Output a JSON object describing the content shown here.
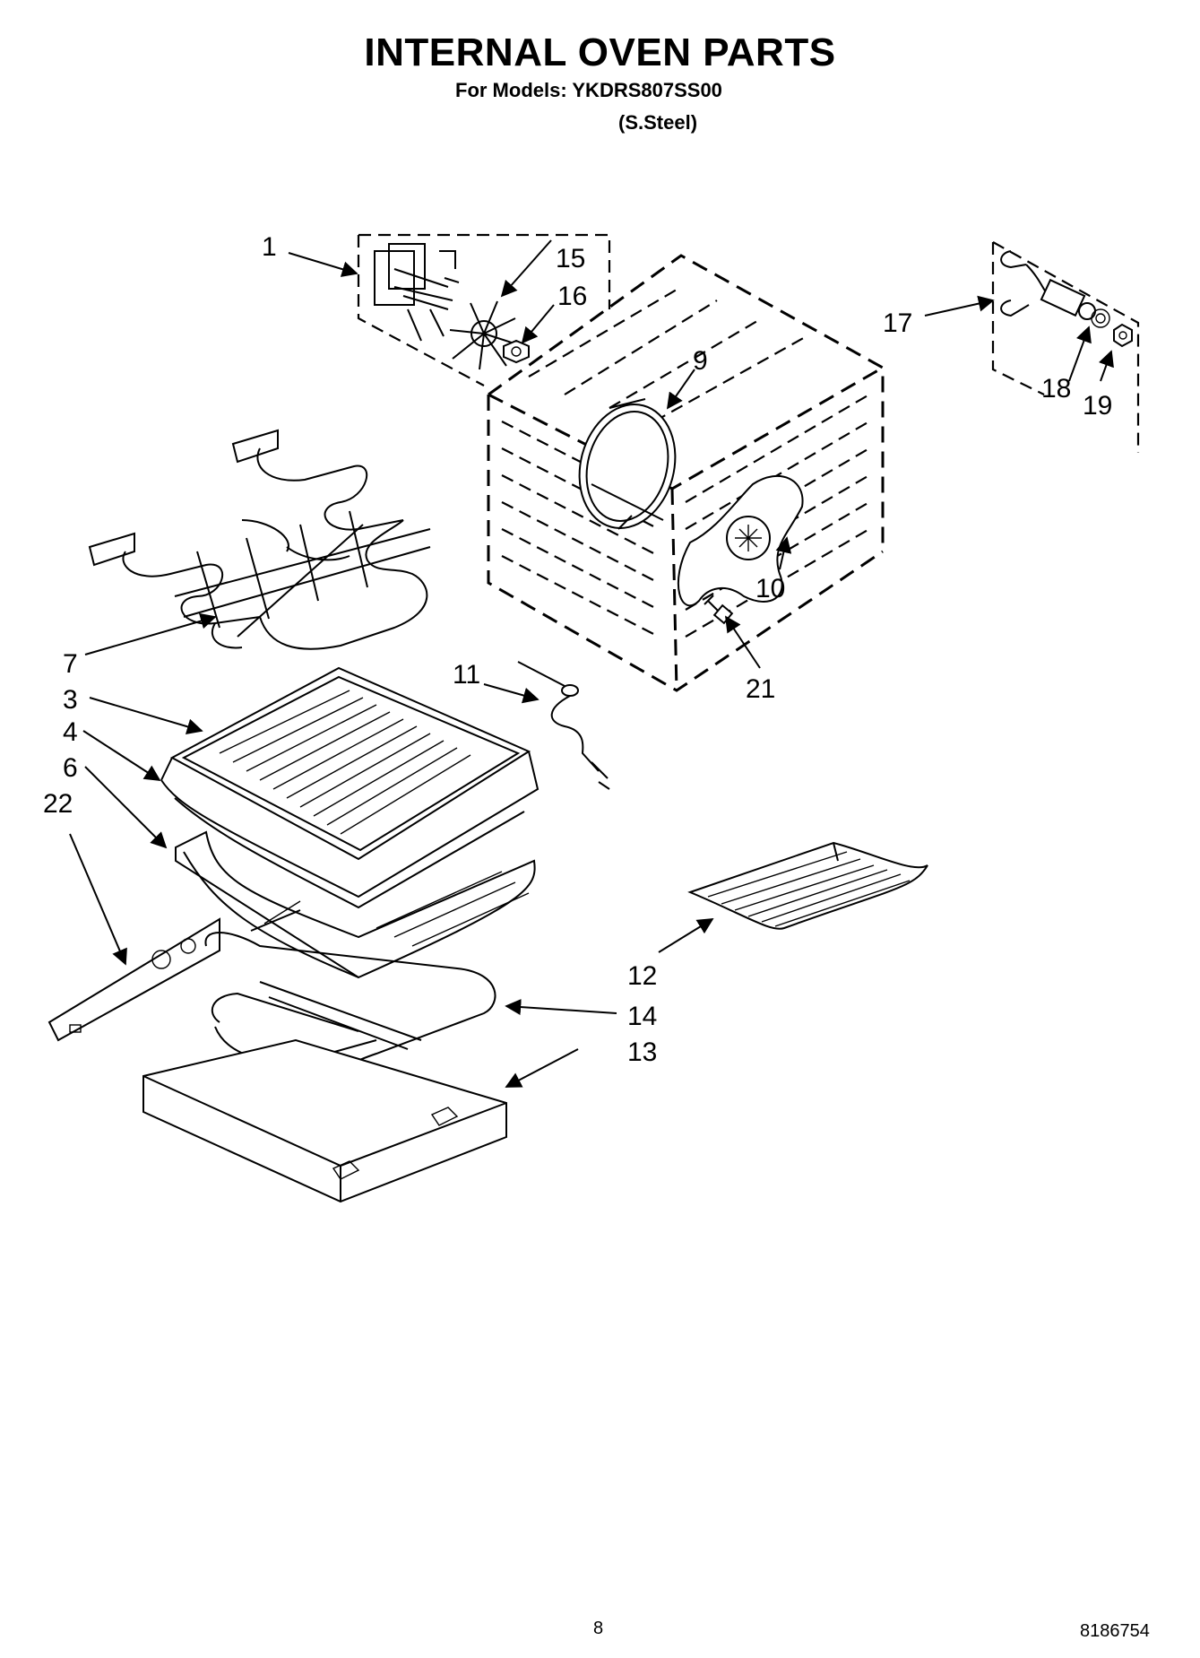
{
  "header": {
    "title": "INTERNAL OVEN PARTS",
    "models_line": "For Models: YKDRS807SS00",
    "finish_line": "(S.Steel)"
  },
  "callouts": {
    "c1": "1",
    "c15": "15",
    "c16": "16",
    "c17": "17",
    "c18": "18",
    "c19": "19",
    "c9": "9",
    "c10": "10",
    "c21": "21",
    "c7": "7",
    "c3": "3",
    "c4": "4",
    "c6": "6",
    "c22": "22",
    "c11": "11",
    "c12": "12",
    "c14": "14",
    "c13": "13"
  },
  "footer": {
    "page_number": "8",
    "document_number": "8186754"
  }
}
